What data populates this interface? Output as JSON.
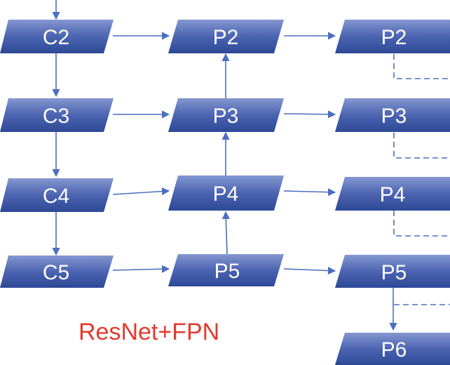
{
  "caption": "ResNet+FPN",
  "colors": {
    "node_top": "#8497d0",
    "node_bottom": "#2d4996",
    "edge": "#4b6ec0",
    "caption": "#e23b2e"
  },
  "nodes": {
    "c2": "C2",
    "c3": "C3",
    "c4": "C4",
    "c5": "C5",
    "p2_mid": "P2",
    "p3_mid": "P3",
    "p4_mid": "P4",
    "p5_mid": "P5",
    "p2_out": "P2",
    "p3_out": "P3",
    "p4_out": "P4",
    "p5_out": "P5",
    "p6_out": "P6"
  },
  "edges": [
    {
      "from": "c2",
      "to": "c3",
      "style": "solid"
    },
    {
      "from": "c3",
      "to": "c4",
      "style": "solid"
    },
    {
      "from": "c4",
      "to": "c5",
      "style": "solid"
    },
    {
      "from": "c2",
      "to": "p2_mid",
      "style": "solid"
    },
    {
      "from": "c3",
      "to": "p3_mid",
      "style": "solid"
    },
    {
      "from": "c4",
      "to": "p4_mid",
      "style": "solid"
    },
    {
      "from": "c5",
      "to": "p5_mid",
      "style": "solid"
    },
    {
      "from": "p5_mid",
      "to": "p4_mid",
      "style": "solid"
    },
    {
      "from": "p4_mid",
      "to": "p3_mid",
      "style": "solid"
    },
    {
      "from": "p3_mid",
      "to": "p2_mid",
      "style": "solid"
    },
    {
      "from": "p2_mid",
      "to": "p2_out",
      "style": "solid"
    },
    {
      "from": "p3_mid",
      "to": "p3_out",
      "style": "solid"
    },
    {
      "from": "p4_mid",
      "to": "p4_out",
      "style": "solid"
    },
    {
      "from": "p5_mid",
      "to": "p5_out",
      "style": "solid"
    },
    {
      "from": "p5_out",
      "to": "p6_out",
      "style": "solid"
    }
  ]
}
